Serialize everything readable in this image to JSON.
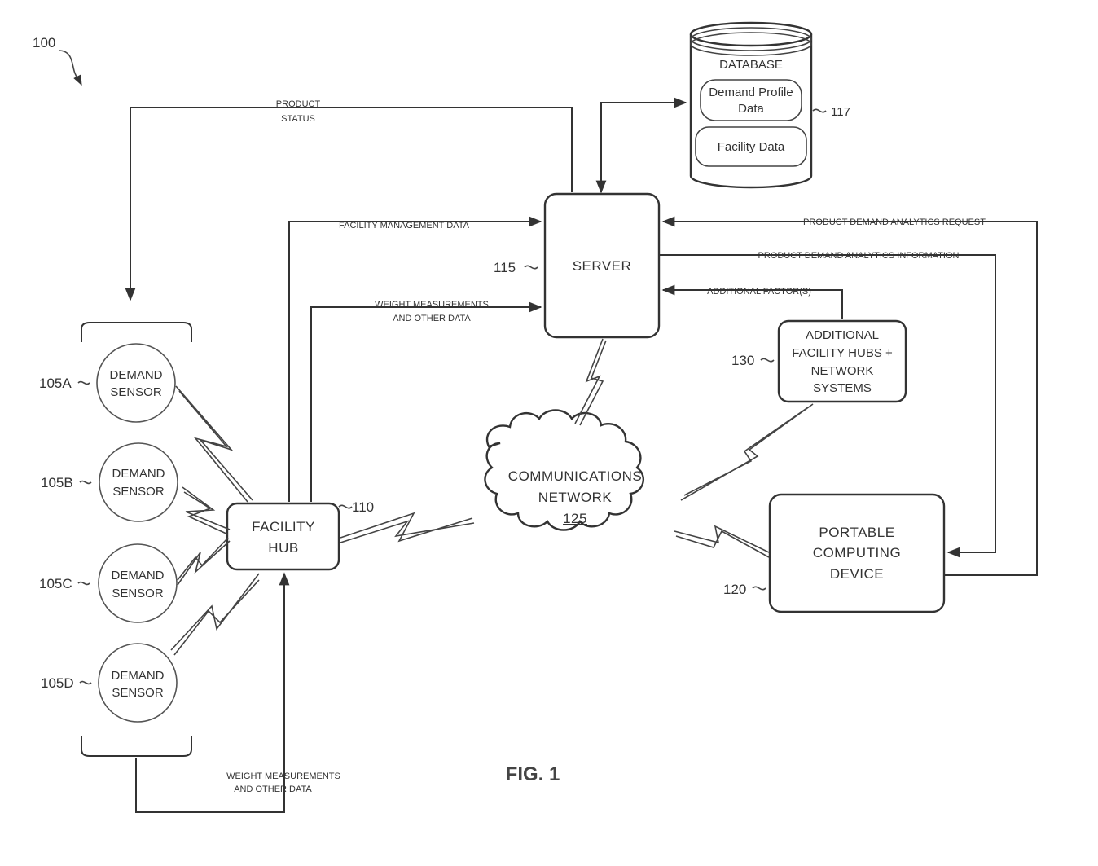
{
  "figure_ref": "100",
  "figure_label": "FIG. 1",
  "database": {
    "title": "DATABASE",
    "items": [
      "Demand Profile Data",
      "Facility Data"
    ],
    "ref": "117"
  },
  "server": {
    "label": "SERVER",
    "ref": "115"
  },
  "facility_hub": {
    "line1": "FACILITY",
    "line2": "HUB",
    "ref": "110"
  },
  "network": {
    "line1": "COMMUNICATIONS",
    "line2": "NETWORK",
    "ref": "125"
  },
  "additional": {
    "lines": [
      "ADDITIONAL",
      "FACILITY HUBS +",
      "NETWORK",
      "SYSTEMS"
    ],
    "ref": "130"
  },
  "portable": {
    "lines": [
      "PORTABLE",
      "COMPUTING",
      "DEVICE"
    ],
    "ref": "120"
  },
  "sensors": [
    {
      "ref": "105A",
      "line1": "DEMAND",
      "line2": "SENSOR"
    },
    {
      "ref": "105B",
      "line1": "DEMAND",
      "line2": "SENSOR"
    },
    {
      "ref": "105C",
      "line1": "DEMAND",
      "line2": "SENSOR"
    },
    {
      "ref": "105D",
      "line1": "DEMAND",
      "line2": "SENSOR"
    }
  ],
  "flows": {
    "product_status": [
      "PRODUCT",
      "STATUS"
    ],
    "facility_management": "FACILITY MANAGEMENT DATA",
    "weight_upper": [
      "WEIGHT MEASUREMENTS",
      "AND OTHER DATA"
    ],
    "weight_lower": [
      "WEIGHT MEASUREMENTS",
      "AND OTHER DATA"
    ],
    "analytics_request": "PRODUCT DEMAND ANALYTICS REQUEST",
    "analytics_info": "PRODUCT DEMAND ANALYTICS INFORMATION",
    "additional_factors": "ADDITIONAL  FACTOR(S)"
  }
}
